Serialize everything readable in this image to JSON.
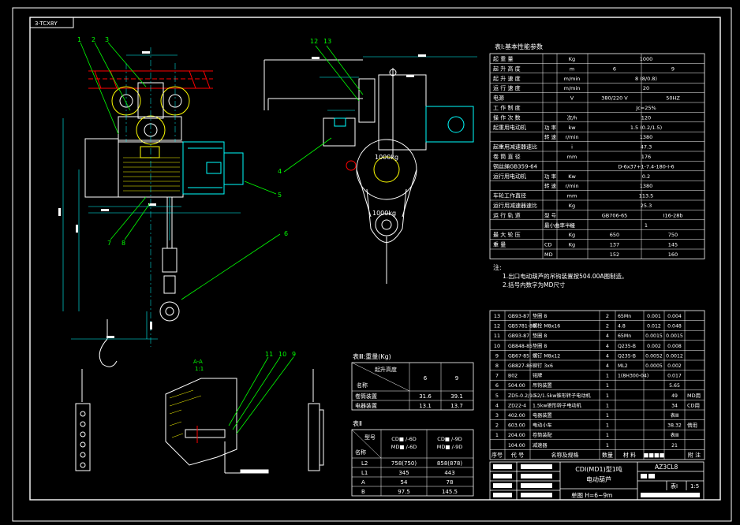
{
  "sheet": {
    "corner_code": "3-TCX8Y",
    "drawing_no": "AZ3CL8",
    "sheet_label": "表Ⅰ",
    "scale": "1:5",
    "title_line1": "CDⅠ(MD1)型1吨",
    "title_line2": "电动葫芦",
    "title_line3": "单图 H=6~9m"
  },
  "notes": {
    "heading": "注:",
    "lines": [
      "1.出口电动葫芦的吊钩装置按504.00A图制造。",
      "2.括号内数字为MD尺寸"
    ]
  },
  "callouts": [
    "1",
    "2",
    "3",
    "4",
    "5",
    "6",
    "7",
    "8",
    "11",
    "10",
    "9",
    "12",
    "13"
  ],
  "view_labels": {
    "section_a": "A-A",
    "section_scale": "1:1",
    "load_mark": "1000kg",
    "load_mark2": "1000kg"
  },
  "perf_table": {
    "title": "表Ⅰ:基本性能参数",
    "rows": [
      [
        "起  重  量",
        "",
        "Kg",
        "1000",
        ""
      ],
      [
        "起  升  高  度",
        "",
        "m",
        "6",
        "9"
      ],
      [
        "起  升  速  度",
        "",
        "m/min",
        "8 (8/0.8)",
        ""
      ],
      [
        "运  行  速  度",
        "",
        "m/min",
        "20",
        ""
      ],
      [
        "电源",
        "",
        "V",
        "380/220 V",
        "50HZ"
      ],
      [
        "工  作  制  度",
        "",
        "",
        "Jc=25%",
        ""
      ],
      [
        "操  作  次  数",
        "",
        "次/h",
        "120",
        ""
      ],
      [
        "起重用电动机",
        "功 率",
        "kw",
        "1.5 (0.2/1.5)",
        ""
      ],
      [
        "",
        "转 速",
        "r/min",
        "1380",
        ""
      ],
      [
        "起重用减速器速比",
        "",
        "i",
        "47.3",
        ""
      ],
      [
        "卷  筒  直  径",
        "",
        "mm",
        "176",
        ""
      ],
      [
        "钢丝绳GB359-64",
        "",
        "",
        "D-6x37+1-7.4-180-Ⅰ-6",
        ""
      ],
      [
        "运行用电动机",
        "功 率",
        "Kw",
        "0.2",
        ""
      ],
      [
        "",
        "转 速",
        "r/min",
        "1380",
        ""
      ],
      [
        "车轮工作直径",
        "",
        "mm",
        "113.5",
        ""
      ],
      [
        "运行用减速器速比",
        "",
        "Kg",
        "25.3",
        ""
      ],
      [
        "运  行  轨  道",
        "型 号",
        "",
        "GB706-65",
        "Ⅰ16-28b"
      ],
      [
        "",
        "最小曲率半径",
        "m",
        "1",
        ""
      ],
      [
        "最  大  轮  压",
        "",
        "Kg",
        "650",
        "750"
      ],
      [
        "重  量",
        "CD",
        "Kg",
        "137",
        "145"
      ],
      [
        "",
        "MD",
        "",
        "152",
        "160"
      ]
    ]
  },
  "weight_table": {
    "title": "表Ⅲ:重量(Kg)",
    "header_top": "起升高度",
    "header_left": "名称",
    "cols": [
      "6",
      "9"
    ],
    "rows": [
      [
        "卷筒装置",
        "31.6",
        "39.1"
      ],
      [
        "电器装置",
        "13.1",
        "13.7"
      ]
    ]
  },
  "dim_table": {
    "title": "表Ⅱ",
    "header_top": "型号",
    "header_left": "名称",
    "cols": [
      "CD■ /-6D\nMD■ /-6D",
      "CD■ /-9D\nMD■ /-9D"
    ],
    "rows": [
      [
        "L2",
        "758(750)",
        "858(878)"
      ],
      [
        "L1",
        "345",
        "443"
      ],
      [
        "A",
        "54",
        "78"
      ],
      [
        "B",
        "97.5",
        "145.5"
      ]
    ]
  },
  "parts_table": {
    "header": [
      "序号",
      "代  号",
      "名称及规格",
      "数量",
      "材  料",
      "■■■■",
      "附 注"
    ],
    "rows": [
      [
        "13",
        "GB93-87",
        "垫圈  8",
        "2",
        "65Mn",
        "0.001",
        "0.004"
      ],
      [
        "12",
        "GB5781-86",
        "螺栓  M8x16",
        "2",
        "4.8",
        "0.012",
        "0.048"
      ],
      [
        "11",
        "GB93-87",
        "垫圈  8",
        "4",
        "65Mn",
        "0.0015",
        "0.0015"
      ],
      [
        "10",
        "GB848-85",
        "垫圈  8",
        "4",
        "Q235-B",
        "0.002",
        "0.008"
      ],
      [
        "9",
        "GB67-85",
        "螺钉  M8x12",
        "4",
        "Q235-B",
        "0.0052",
        "0.0012"
      ],
      [
        "8",
        "GB827-86",
        "铆钉  3x6",
        "4",
        "ML2",
        "0.0005",
        "0.002"
      ],
      [
        "7",
        "B02",
        "铭牌",
        "1",
        "1(8H300-04)",
        "",
        "0.017"
      ],
      [
        "6",
        "504.00",
        "吊钩装置",
        "1",
        "",
        "",
        "5.65"
      ],
      [
        "5",
        "ZD5-0.2/1.5",
        "0.2/1.5kw锥形转子电动机",
        "1",
        "",
        "",
        "49"
      ],
      [
        "4",
        "ZD22-4",
        "1.5kw锥形转子电动机",
        "1",
        "",
        "",
        "34"
      ],
      [
        "3",
        "402.00",
        "电器装置",
        "1",
        "",
        "",
        "表Ⅲ"
      ],
      [
        "2",
        "603.00",
        "电动小车",
        "1",
        "",
        "",
        "38.32"
      ],
      [
        "1",
        "204.00",
        "卷筒装配",
        "1",
        "",
        "",
        "表Ⅲ"
      ],
      [
        "",
        "104.00",
        "减速器",
        "1",
        "",
        "",
        "21"
      ]
    ],
    "side_notes": [
      "MD用",
      "CD用",
      "",
      "借用"
    ]
  },
  "colors": {
    "border": "#ffffff",
    "text": "#ffffff",
    "drawing": "#ffffff",
    "callout": "#00ff00",
    "accent_red": "#ff0000",
    "hatch": "#ffff00",
    "dimension": "#00ffff",
    "motor": "#00ffff"
  }
}
